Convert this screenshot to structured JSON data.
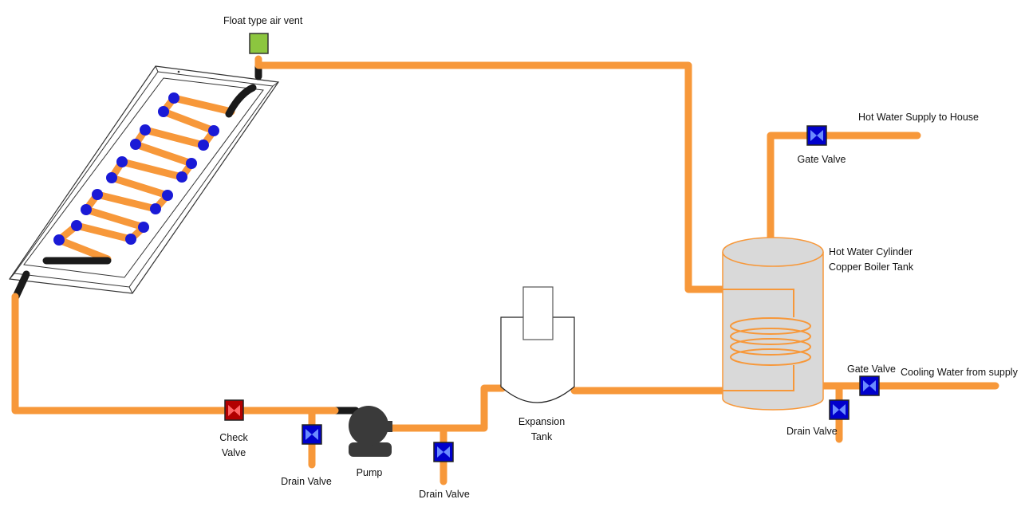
{
  "labels": {
    "air_vent": "Float type air vent",
    "hot_supply": "Hot Water Supply to House",
    "gate_valve_top": "Gate Valve",
    "cylinder_line1": "Hot Water Cylinder",
    "cylinder_line2": "Copper Boiler Tank",
    "gate_valve_bottom": "Gate Valve",
    "cooling_supply": "Cooling Water from supply",
    "drain_valve_right": "Drain Valve",
    "expansion_line1": "Expansion",
    "expansion_line2": "Tank",
    "check_line1": "Check",
    "check_line2": "Valve",
    "drain_valve_left": "Drain Valve",
    "pump": "Pump",
    "drain_valve_mid": "Drain Valve"
  },
  "colors": {
    "pipe": "#f7983a",
    "valve": "#0000cc",
    "check_valve": "#b30000",
    "air_vent": "#8cc63f",
    "tank": "#d9d9d9",
    "hose": "#1a1a1a"
  }
}
